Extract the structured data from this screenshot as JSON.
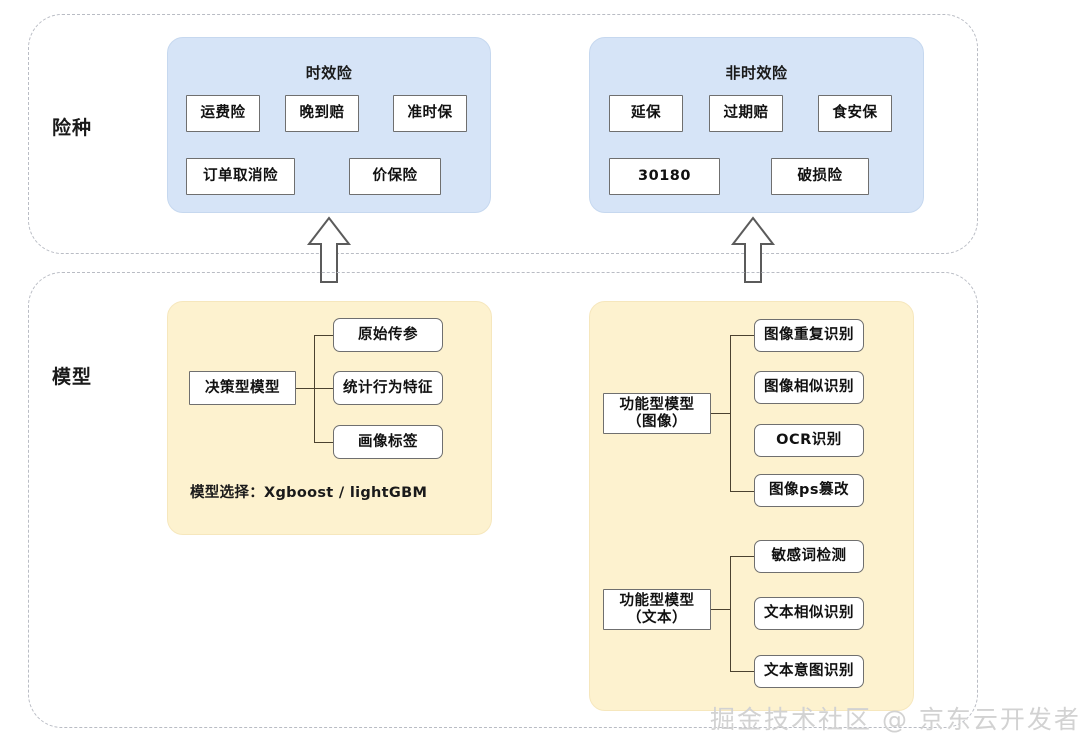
{
  "diagram": {
    "lanes": [
      {
        "label": "险种"
      },
      {
        "label": "模型"
      }
    ],
    "insurance": {
      "groups": [
        {
          "title": "时效险",
          "items": [
            "运费险",
            "晚到赔",
            "准时保",
            "订单取消险",
            "价保险"
          ]
        },
        {
          "title": "非时效险",
          "items": [
            "延保",
            "过期赔",
            "食安保",
            "30180",
            "破损险"
          ]
        }
      ]
    },
    "models": {
      "decision": {
        "root": "决策型模型",
        "children": [
          "原始传参",
          "统计行为特征",
          "画像标签"
        ],
        "note": "模型选择：Xgboost / lightGBM"
      },
      "functional_image": {
        "root_line1": "功能型模型",
        "root_line2": "（图像）",
        "children": [
          "图像重复识别",
          "图像相似识别",
          "OCR识别",
          "图像ps篡改"
        ]
      },
      "functional_text": {
        "root_line1": "功能型模型",
        "root_line2": "（文本）",
        "children": [
          "敏感词检测",
          "文本相似识别",
          "文本意图识别"
        ]
      }
    },
    "arrows": [
      {
        "name": "arrow-up-left"
      },
      {
        "name": "arrow-up-right"
      }
    ],
    "watermark": "掘金技术社区 @ 京东云开发者",
    "colors": {
      "panel_blue": "#d6e4f7",
      "panel_yellow": "#fdf2cf",
      "node_border": "#6f6f6f",
      "lane_border": "#b9bcc4",
      "connector": "#4b4230",
      "watermark": "#d2d2d2"
    }
  }
}
